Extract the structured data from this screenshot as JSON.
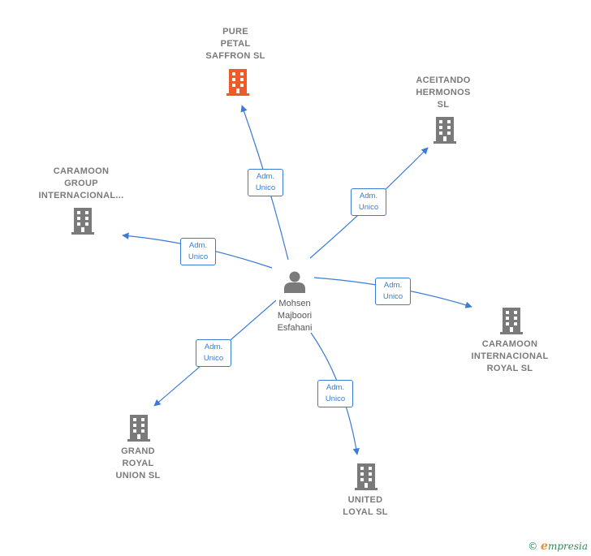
{
  "center": {
    "name_lines": [
      "Mohsen",
      "Majboori",
      "Esfahani"
    ]
  },
  "companies": [
    {
      "id": "pure",
      "lines": [
        "PURE",
        "PETAL",
        "SAFFRON  SL"
      ],
      "highlight": true
    },
    {
      "id": "aceitando",
      "lines": [
        "ACEITANDO",
        "HERMONOS",
        "SL"
      ],
      "highlight": false
    },
    {
      "id": "caramoon-group",
      "lines": [
        "CARAMOON",
        "GROUP",
        "INTERNACIONAL..."
      ],
      "highlight": false
    },
    {
      "id": "caramoon-royal",
      "lines": [
        "CARAMOON",
        "INTERNACIONAL",
        "ROYAL  SL"
      ],
      "highlight": false
    },
    {
      "id": "grand",
      "lines": [
        "GRAND",
        "ROYAL",
        "UNION  SL"
      ],
      "highlight": false
    },
    {
      "id": "united",
      "lines": [
        "UNITED",
        "LOYAL  SL"
      ],
      "highlight": false
    }
  ],
  "edge_label": [
    "Adm.",
    "Unico"
  ],
  "colors": {
    "edge": "#3a7bd5",
    "building": "#7a7a7a",
    "building_highlight": "#f05a28",
    "person": "#7a7a7a"
  },
  "footer": {
    "copyright": "©",
    "brand_initial": "e",
    "brand_rest": "mpresia"
  }
}
